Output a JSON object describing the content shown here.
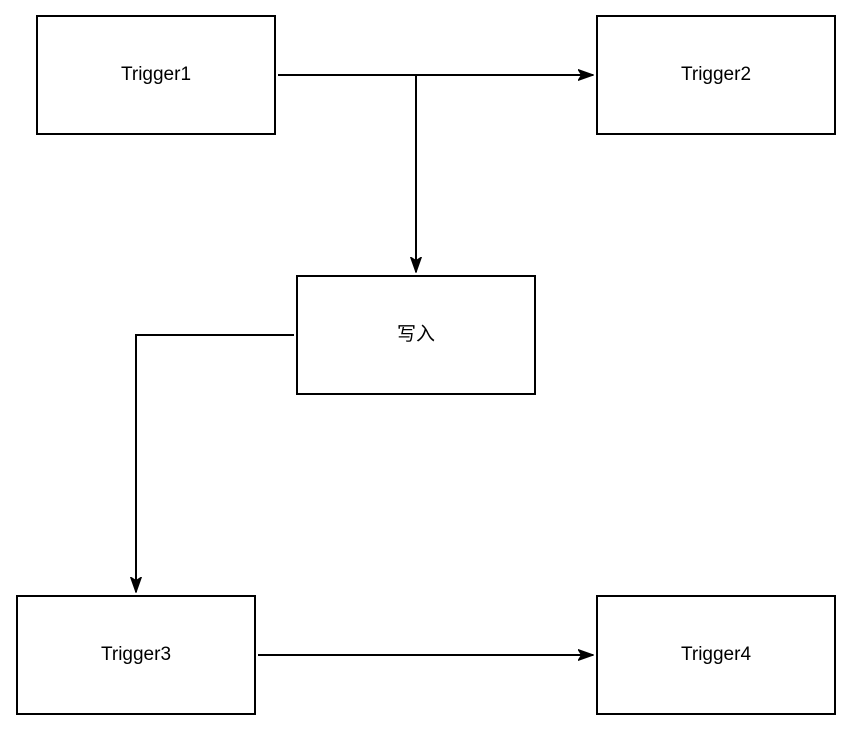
{
  "diagram": {
    "nodes": [
      {
        "id": "trigger1",
        "label": "Trigger1"
      },
      {
        "id": "trigger2",
        "label": "Trigger2"
      },
      {
        "id": "write",
        "label": "写入"
      },
      {
        "id": "trigger3",
        "label": "Trigger3"
      },
      {
        "id": "trigger4",
        "label": "Trigger4"
      }
    ],
    "edges": [
      {
        "from": "trigger1",
        "to": "trigger2",
        "arrow": "filled-triangle"
      },
      {
        "from": "trigger1",
        "to": "write",
        "arrow": "filled-triangle"
      },
      {
        "from": "write",
        "to": "trigger3",
        "arrow": "filled-triangle"
      },
      {
        "from": "trigger3",
        "to": "trigger4",
        "arrow": "filled-triangle"
      }
    ],
    "colors": {
      "background": "#ffffff",
      "node_fill": "#ffffff",
      "stroke": "#000000",
      "text": "#000000"
    }
  }
}
